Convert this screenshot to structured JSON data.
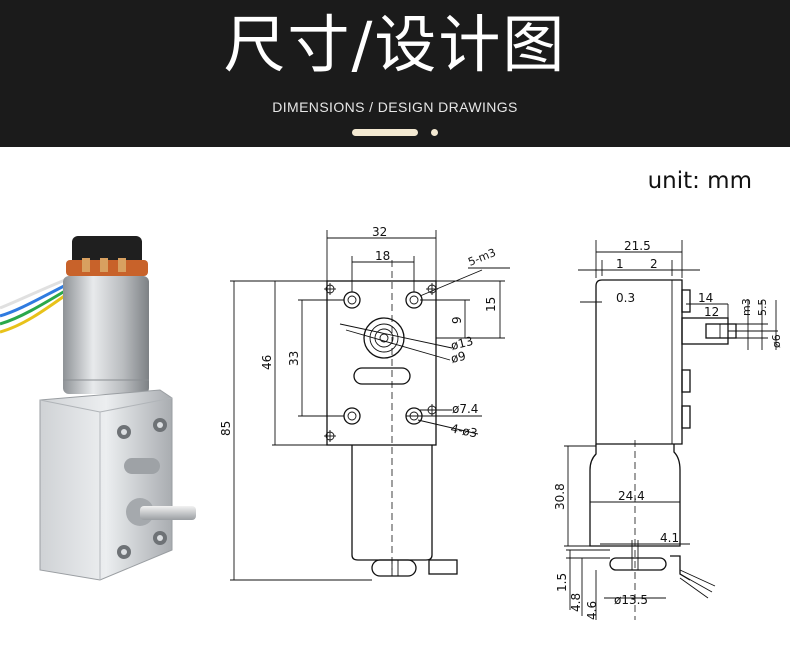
{
  "header": {
    "title": "尺寸/设计图",
    "subtitle": "DIMENSIONS / DESIGN DRAWINGS",
    "background_color": "#1b1b1b",
    "accent_color": "#f3e9d2"
  },
  "unit_label": "unit: mm",
  "front_view": {
    "dims": {
      "width_32": "32",
      "hole_spacing_18": "18",
      "tap_5m3": "5-m3",
      "v15": "15",
      "v9": "9",
      "dia13": "ø13",
      "dia9": "ø9",
      "h46": "46",
      "h33": "33",
      "h85": "85",
      "dia74": "ø7.4",
      "holes_4dia3": "4-ø3"
    }
  },
  "side_view": {
    "dims": {
      "w215": "21.5",
      "d1": "1",
      "d2": "2",
      "d03": "0.3",
      "d14": "14",
      "d12": "12",
      "m3": "m3",
      "d55": "5.5",
      "dia6": "ø6",
      "h308": "30.8",
      "d244": "24.4",
      "d41": "4.1",
      "d15": "1.5",
      "d48": "4.8",
      "d46": "4.6",
      "dia135": "ø13.5"
    }
  }
}
